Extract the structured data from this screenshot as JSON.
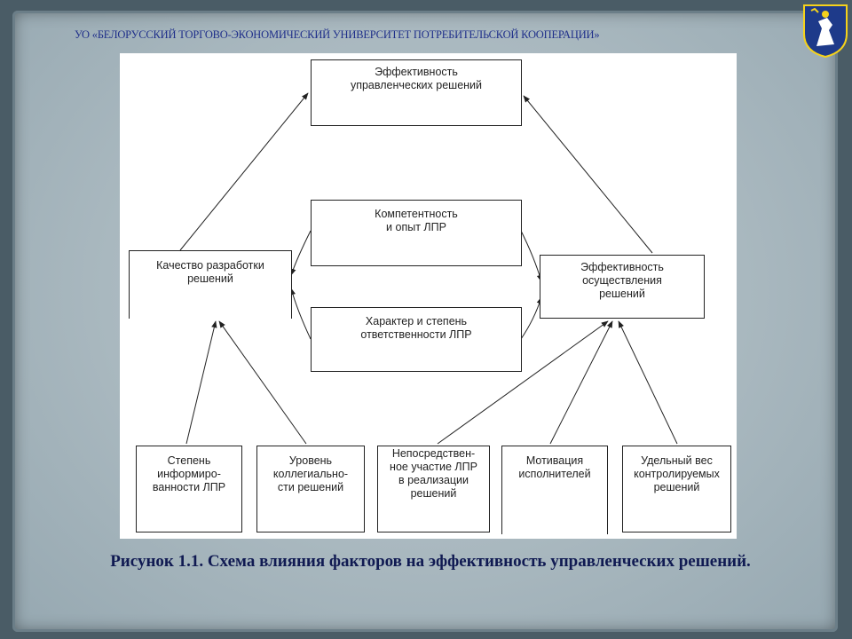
{
  "header": {
    "text": "УО «БЕЛОРУССКИЙ ТОРГОВО-ЭКОНОМИЧЕСКИЙ УНИВЕРСИТЕТ ПОТРЕБИТЕЛЬСКОЙ КООПЕРАЦИИ»"
  },
  "logo": {
    "icon": "university-crest-icon",
    "colors": [
      "#1e3a8a",
      "#f5d21b",
      "#ffffff"
    ]
  },
  "diagram": {
    "nodes": {
      "effectiveness": "Эффективность\nуправленческих решений",
      "competence": "Компетентность\nи опыт ЛПР",
      "responsibility": "Характер и степень\nответственности ЛПР",
      "quality": "Качество разработки\nрешений",
      "implementation": "Эффективность\nосуществления\nрешений",
      "informed": "Степень\nинформиро-\nванности ЛПР",
      "collegiality": "Уровень\nколлегиально-\nсти решений",
      "participation": "Непосредствен-\nное участие ЛПР\nв реализации\nрешений",
      "motivation": "Мотивация\nисполнителей",
      "share": "Удельный вес\nконтролируемых\nрешений"
    }
  },
  "caption": "Рисунок 1.1. Схема влияния факторов на эффективность управленческих решений."
}
